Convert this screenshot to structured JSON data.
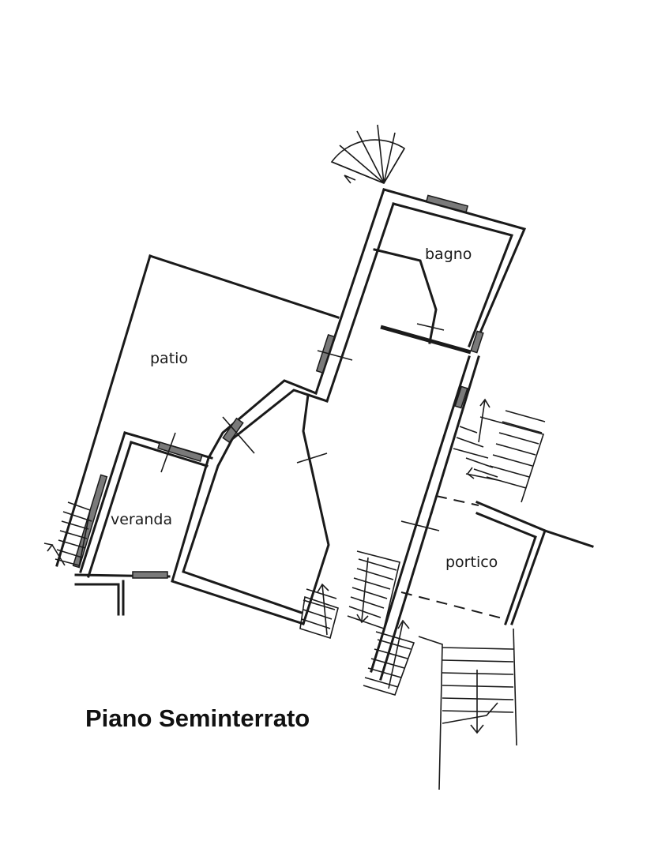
{
  "title": "Piano Seminterrato",
  "rooms": {
    "bagno": "bagno",
    "patio": "patio",
    "veranda": "veranda",
    "portico": "portico"
  },
  "colors": {
    "ink": "#1a1a1a",
    "window_fill": "#7a7a7a",
    "background": "#ffffff"
  }
}
